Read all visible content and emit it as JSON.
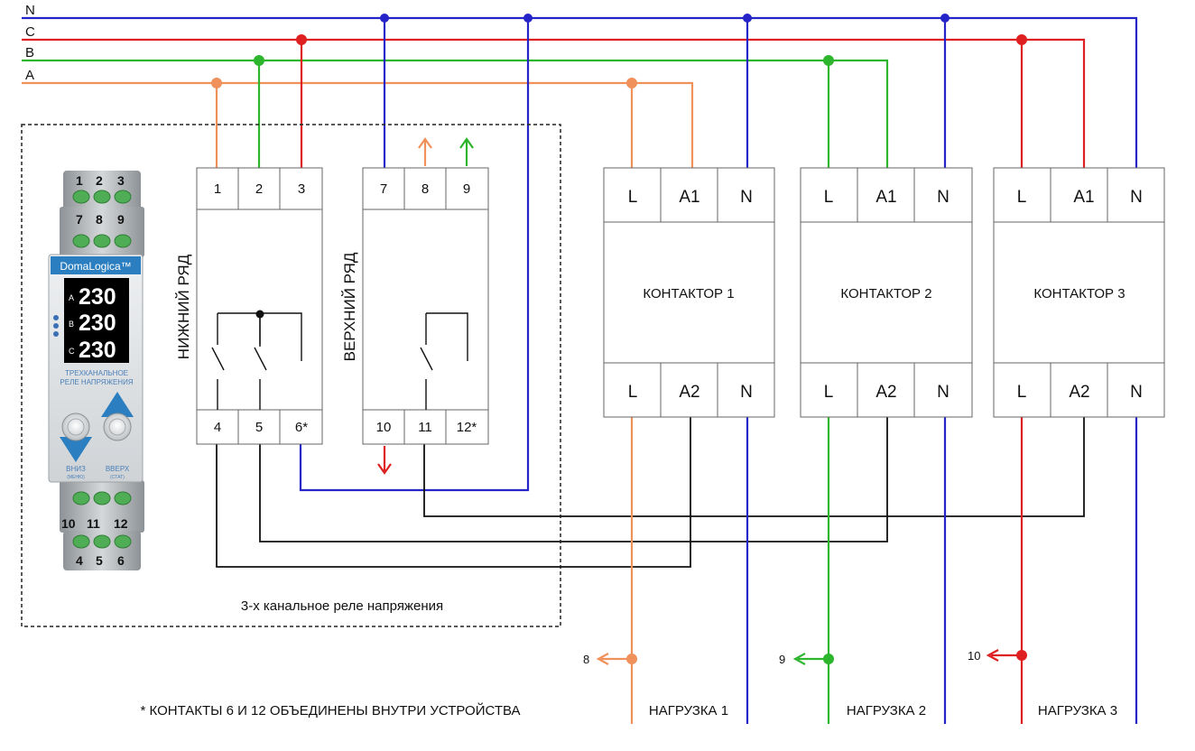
{
  "buses": {
    "n": "N",
    "c": "C",
    "b": "B",
    "a": "A"
  },
  "colors": {
    "phase_a": "#f0905a",
    "phase_b": "#2db52d",
    "phase_c": "#de2020",
    "neutral": "#2424c8",
    "control": "#111111"
  },
  "device": {
    "brand": "DomaLogica™",
    "rows": [
      {
        "phase": "A",
        "value": "230"
      },
      {
        "phase": "B",
        "value": "230"
      },
      {
        "phase": "C",
        "value": "230"
      }
    ],
    "caption_line1": "ТРЕХКАНАЛЬНОЕ",
    "caption_line2": "РЕЛЕ НАПРЯЖЕНИЯ",
    "button_down": "ВНИЗ",
    "button_down_sub": "(МЕНЮ)",
    "button_up": "ВВЕРХ",
    "button_up_sub": "(СТАТ)",
    "top_terminals_1": [
      "1",
      "2",
      "3"
    ],
    "top_terminals_2": [
      "7",
      "8",
      "9"
    ],
    "bottom_terminals_1": [
      "10",
      "11",
      "12"
    ],
    "bottom_terminals_2": [
      "4",
      "5",
      "6"
    ]
  },
  "lower_row": {
    "label": "НИЖНИЙ РЯД",
    "top_terminals": [
      "1",
      "2",
      "3"
    ],
    "bottom_terminals": [
      "4",
      "5",
      "6*"
    ]
  },
  "upper_row": {
    "label": "ВЕРХНИЙ РЯД",
    "top_terminals": [
      "7",
      "8",
      "9"
    ],
    "bottom_terminals": [
      "10",
      "11",
      "12*"
    ]
  },
  "enclosure_caption": "3-х канальное реле напряжения",
  "contactors": [
    {
      "name": "КОНТАКТОР 1",
      "top": [
        "L",
        "A1",
        "N"
      ],
      "bottom": [
        "L",
        "A2",
        "N"
      ]
    },
    {
      "name": "КОНТАКТОР 2",
      "top": [
        "L",
        "A1",
        "N"
      ],
      "bottom": [
        "L",
        "A2",
        "N"
      ]
    },
    {
      "name": "КОНТАКТОР 3",
      "top": [
        "L",
        "A1",
        "N"
      ],
      "bottom": [
        "L",
        "A2",
        "N"
      ]
    }
  ],
  "outputs": [
    {
      "marker": "8",
      "load": "НАГРУЗКА 1"
    },
    {
      "marker": "9",
      "load": "НАГРУЗКА 2"
    },
    {
      "marker": "10",
      "load": "НАГРУЗКА 3"
    }
  ],
  "footnote": "* КОНТАКТЫ 6 И 12 ОБЪЕДИНЕНЫ ВНУТРИ УСТРОЙСТВА"
}
